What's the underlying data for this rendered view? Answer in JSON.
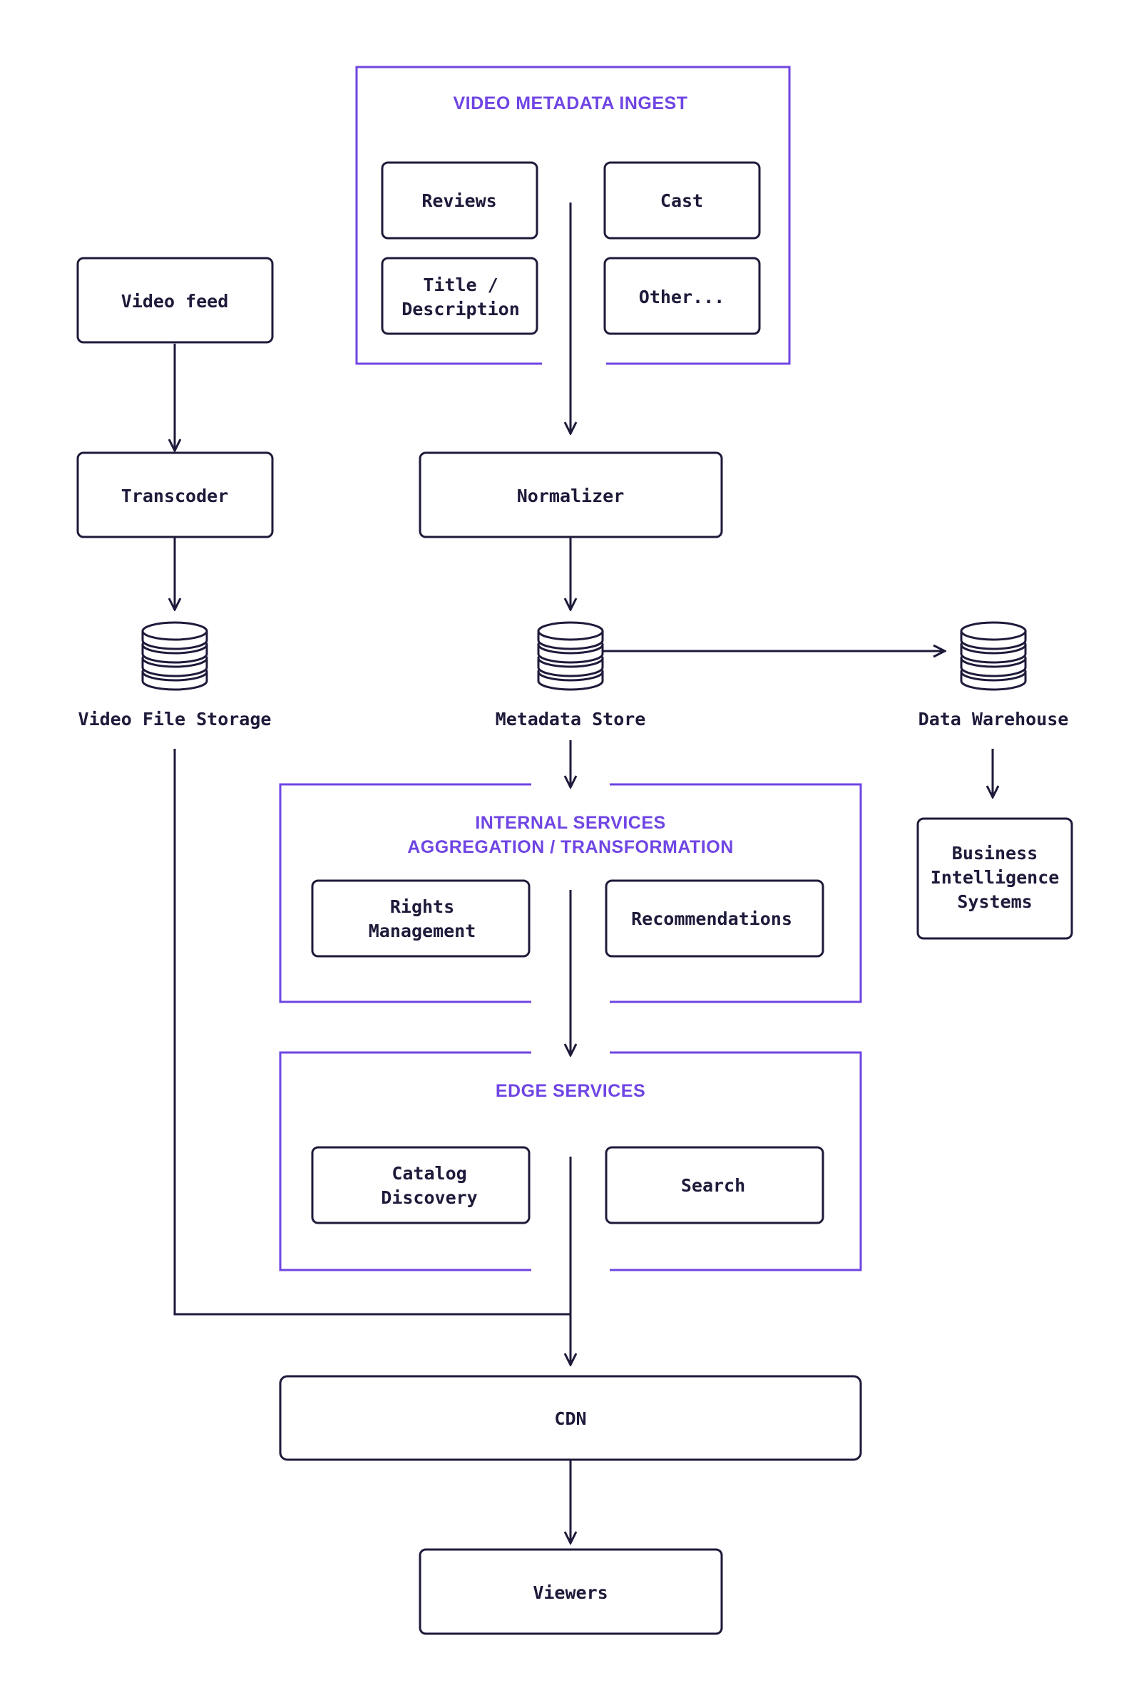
{
  "colors": {
    "ink": "#1d1a3a",
    "accent": "#6f45e3",
    "background": "#ffffff"
  },
  "groups": {
    "ingest": {
      "title": "VIDEO METADATA INGEST"
    },
    "internal": {
      "title_line1": "INTERNAL SERVICES",
      "title_line2": "AGGREGATION / TRANSFORMATION"
    },
    "edge": {
      "title": "EDGE SERVICES"
    }
  },
  "nodes": {
    "reviews": {
      "label": "Reviews"
    },
    "cast": {
      "label": "Cast"
    },
    "title_description": {
      "line1": "Title /",
      "line2": "Description"
    },
    "other": {
      "label": "Other..."
    },
    "video_feed": {
      "label": "Video feed"
    },
    "transcoder": {
      "label": "Transcoder"
    },
    "normalizer": {
      "label": "Normalizer"
    },
    "rights_management": {
      "line1": "Rights",
      "line2": "Management"
    },
    "recommendations": {
      "label": "Recommendations"
    },
    "catalog_discovery": {
      "line1": "Catalog",
      "line2": "Discovery"
    },
    "search": {
      "label": "Search"
    },
    "business_intelligence": {
      "line1": "Business",
      "line2": "Intelligence",
      "line3": "Systems"
    },
    "cdn": {
      "label": "CDN"
    },
    "viewers": {
      "label": "Viewers"
    }
  },
  "stores": {
    "video_file_storage": {
      "label": "Video File Storage",
      "icon": "database-icon"
    },
    "metadata_store": {
      "label": "Metadata Store",
      "icon": "database-icon"
    },
    "data_warehouse": {
      "label": "Data Warehouse",
      "icon": "database-icon"
    }
  },
  "edges": [
    {
      "from": "Video feed",
      "to": "Transcoder"
    },
    {
      "from": "Transcoder",
      "to": "Video File Storage"
    },
    {
      "from": "VIDEO METADATA INGEST",
      "to": "Normalizer"
    },
    {
      "from": "Normalizer",
      "to": "Metadata Store"
    },
    {
      "from": "Metadata Store",
      "to": "Data Warehouse"
    },
    {
      "from": "Data Warehouse",
      "to": "Business Intelligence Systems"
    },
    {
      "from": "Metadata Store",
      "to": "INTERNAL SERVICES"
    },
    {
      "from": "INTERNAL SERVICES",
      "to": "EDGE SERVICES"
    },
    {
      "from": "EDGE SERVICES",
      "to": "CDN"
    },
    {
      "from": "Video File Storage",
      "to": "CDN"
    },
    {
      "from": "CDN",
      "to": "Viewers"
    }
  ]
}
